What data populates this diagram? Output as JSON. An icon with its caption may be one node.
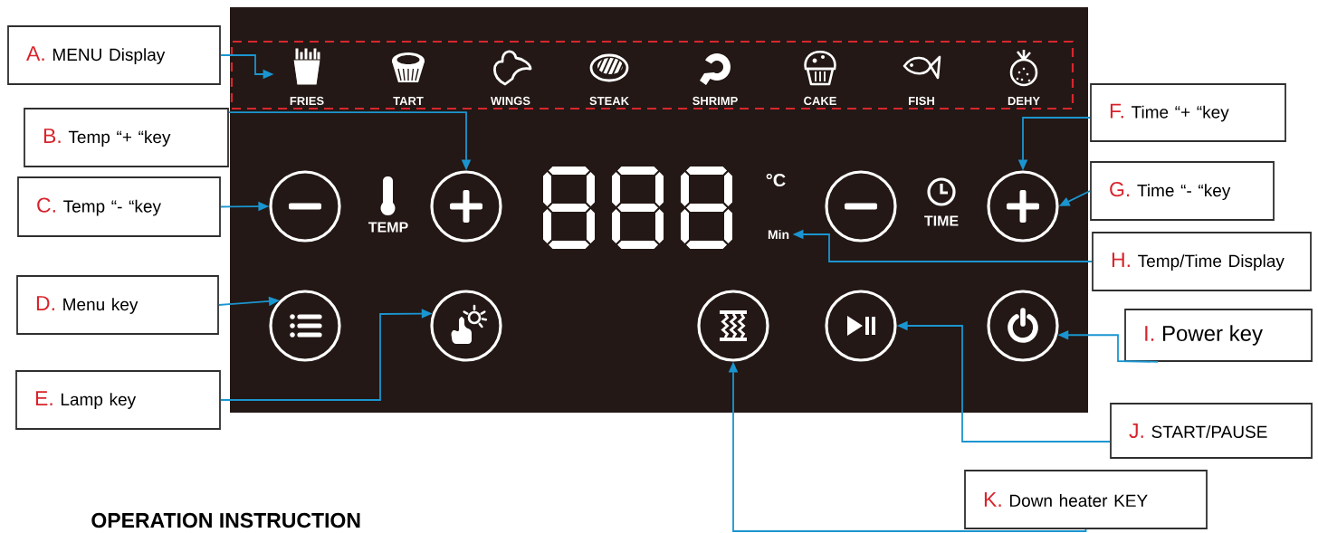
{
  "diagram": {
    "nodes": [
      {
        "text": [],
        "shape": "box"
      },
      {
        "text": [],
        "shape": "box",
        "in": 0
      },
      {
        "text": [
          "FRIES"
        ],
        "in": 1
      },
      {
        "text": [
          "TART"
        ],
        "in": 1
      },
      {
        "text": [
          "WINGS"
        ],
        "in": 1
      },
      {
        "text": [
          "STEAK"
        ],
        "in": 1
      },
      {
        "text": [
          "SHRIMP"
        ],
        "in": 1
      },
      {
        "text": [
          "CAKE"
        ],
        "in": 1
      },
      {
        "text": [
          "FISH"
        ],
        "in": 1
      },
      {
        "text": [
          "DEHY"
        ],
        "in": 1
      },
      {
        "text": [],
        "shape": "circle",
        "in": 0
      },
      {
        "text": [],
        "shape": "circle",
        "in": 0
      },
      {
        "text": [
          "Min"
        ],
        "in": 0
      },
      {
        "text": [],
        "shape": "circle",
        "in": 0
      },
      {
        "text": [],
        "shape": "circle",
        "in": 0
      },
      {
        "text": [],
        "shape": "circle",
        "in": 0
      },
      {
        "text": [],
        "shape": "circle",
        "in": 0
      },
      {
        "text": [],
        "shape": "circle",
        "in": 0
      },
      {
        "text": [],
        "shape": "circle",
        "in": 0
      },
      {
        "text": [],
        "shape": "circle",
        "in": 0
      },
      {
        "text": [
          "A.",
          "MENU Display"
        ]
      },
      {
        "text": [
          "B.",
          "Temp “+ “key"
        ]
      },
      {
        "text": [
          "C.",
          "Temp “- “key"
        ]
      },
      {
        "text": [
          "D.",
          "Menu key"
        ]
      },
      {
        "text": [
          "E.",
          "Lamp key"
        ]
      },
      {
        "text": [
          "F.",
          "Time “+ “key"
        ]
      },
      {
        "text": [
          "G.",
          "Time “- “key"
        ]
      },
      {
        "text": [
          "H.",
          "Temp/Time Display"
        ]
      },
      {
        "text": [
          "I.",
          "Power key"
        ]
      },
      {
        "text": [
          "J.",
          "START/PAUSE"
        ]
      },
      {
        "text": [
          "K.",
          "Down heater KEY"
        ]
      }
    ],
    "edges": [
      {
        "from": 20,
        "to": 2,
        "arrow": "to"
      },
      {
        "from": 21,
        "to": 11,
        "arrow": "to"
      },
      {
        "from": 22,
        "to": 10,
        "arrow": "to"
      },
      {
        "from": 23,
        "to": 15,
        "arrow": "to"
      },
      {
        "from": 24,
        "to": 16,
        "arrow": "to"
      },
      {
        "from": 25,
        "to": 14,
        "arrow": "to"
      },
      {
        "from": 26,
        "to": 14,
        "arrow": "to"
      },
      {
        "from": 27,
        "to": 12,
        "arrow": "to"
      },
      {
        "from": 28,
        "to": 19,
        "arrow": "to"
      },
      {
        "from": 29,
        "to": 18,
        "arrow": "to"
      },
      {
        "from": 30,
        "to": 17,
        "arrow": "to"
      }
    ],
    "labels": [
      "TEMP",
      "°C",
      "TIME",
      "OPERATION INSTRUCTION"
    ]
  }
}
